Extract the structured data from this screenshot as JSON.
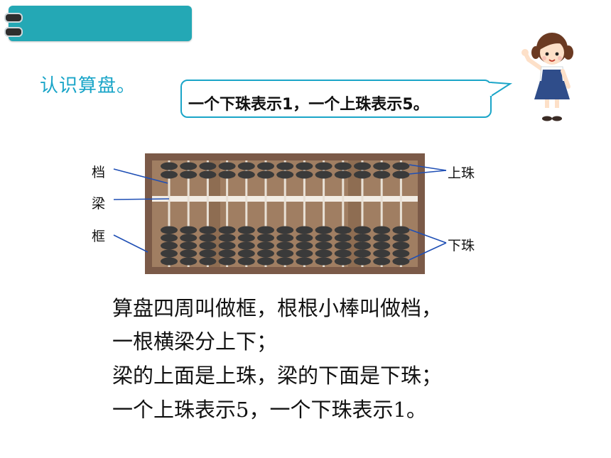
{
  "heading": "认识算盘。",
  "bubble_text": "一个下珠表示1，一个上珠表示5。",
  "labels": {
    "dang": "档",
    "liang": "梁",
    "kuang": "框",
    "shangzhu": "上珠",
    "xiazhu": "下珠"
  },
  "paragraph": [
    "算盘四周叫做框，根根小棒叫做档，",
    "一根横梁分上下；",
    "梁的上面是上珠，梁的下面是下珠；",
    "一个上珠表示5，一个下珠表示1。"
  ],
  "colors": {
    "title_bar": "#24a8b5",
    "heading": "#1aa5c8",
    "frame": "#7b5a48",
    "inner": "#a07e62",
    "bead": "#3a3a3a",
    "pointer": "#1f4fb5"
  },
  "icons": {
    "binder_rings": "binder-rings-icon",
    "girl": "girl-illustration"
  }
}
